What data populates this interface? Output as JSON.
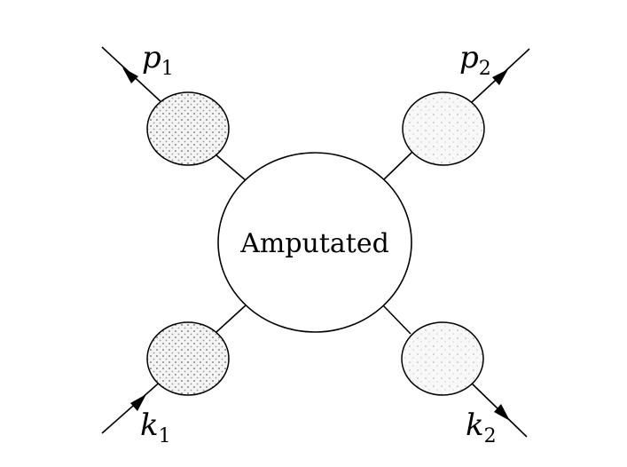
{
  "diagram": {
    "center_label": "Amputated",
    "p1": {
      "base": "p",
      "sub": "1"
    },
    "p2": {
      "base": "p",
      "sub": "2"
    },
    "k1": {
      "base": "k",
      "sub": "1"
    },
    "k2": {
      "base": "k",
      "sub": "2"
    }
  }
}
